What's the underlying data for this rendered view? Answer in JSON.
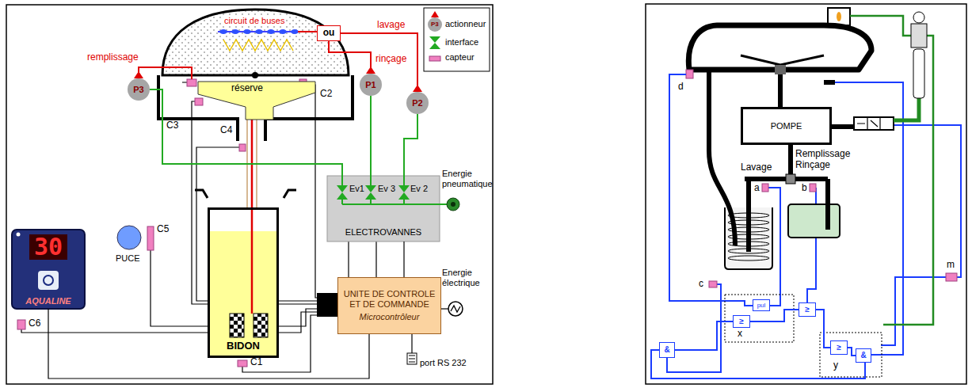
{
  "diagram": {
    "nodes": [
      {
        "text": [
          "ou"
        ]
      },
      {
        "text": [
          "P3"
        ]
      },
      {
        "text": [
          "P1"
        ]
      },
      {
        "text": [
          "P2"
        ]
      },
      {
        "text": [
          "réserve"
        ]
      },
      {
        "text": [
          "ELECTROVANNES"
        ]
      },
      {
        "text": [
          "BIDON"
        ]
      },
      {
        "text": [
          "30",
          "AQUALINE"
        ]
      },
      {
        "text": [
          "UNITE DE CONTROLE ET DE COMMANDE",
          "Microcontrôleur"
        ]
      },
      {
        "text": [
          "POMPE"
        ]
      },
      {
        "text": [
          "pul"
        ]
      },
      {
        "text": [
          "≥"
        ]
      },
      {
        "text": [
          "≥"
        ]
      },
      {
        "text": [
          "&"
        ]
      },
      {
        "text": [
          "≥"
        ]
      },
      {
        "text": [
          "&"
        ]
      }
    ],
    "edges": [
      {
        "from": 2,
        "to": 0,
        "arrow": "none"
      },
      {
        "from": 3,
        "to": 0,
        "arrow": "none"
      },
      {
        "from": 5,
        "to": 2,
        "arrow": "none"
      },
      {
        "from": 5,
        "to": 3,
        "arrow": "none"
      },
      {
        "from": 5,
        "to": 1,
        "arrow": "none"
      },
      {
        "from": 8,
        "to": 5,
        "arrow": "none"
      },
      {
        "from": 8,
        "to": 7,
        "arrow": "none"
      },
      {
        "from": 13,
        "to": 11,
        "arrow": "none"
      },
      {
        "from": 11,
        "to": 12,
        "arrow": "none"
      },
      {
        "from": 12,
        "to": 14,
        "arrow": "none"
      },
      {
        "from": 14,
        "to": 15,
        "arrow": "none"
      }
    ],
    "labels": [
      "circuit de buses",
      "lavage",
      "rinçage",
      "remplissage",
      "C2",
      "C3",
      "C4",
      "C1",
      "C5",
      "C6",
      "PUCE",
      "Ev1",
      "Ev 3",
      "Ev 2",
      "Energie pneumatique",
      "Energie électrique",
      "port RS 232",
      "P3",
      "Lavage",
      "Remplissage Rinçage",
      "a",
      "b",
      "c",
      "d",
      "m",
      "x",
      "y"
    ],
    "legend": [
      {
        "text": "actionneur"
      },
      {
        "text": "interface"
      },
      {
        "text": "capteur"
      }
    ]
  }
}
